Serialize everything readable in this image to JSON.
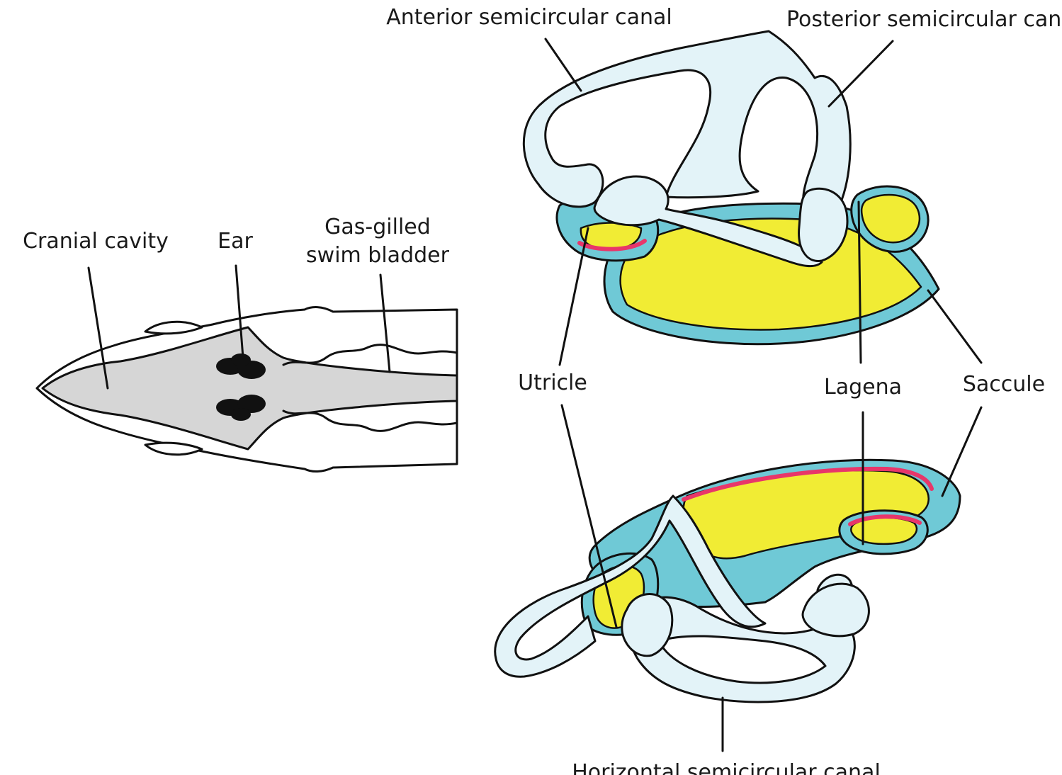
{
  "labels": {
    "cranial_cavity": "Cranial cavity",
    "ear": "Ear",
    "swim_bladder_line1": "Gas-gilled",
    "swim_bladder_line2": "swim bladder",
    "anterior_canal": "Anterior semicircular canal",
    "posterior_canal": "Posterior semicircular cana",
    "utricle": "Utricle",
    "lagena": "Lagena",
    "saccule": "Saccule",
    "horizontal_canal": "Horizontal semicircular canal"
  },
  "colors": {
    "endolymph_teal": "#6fc9d6",
    "sensory_epithelium_yellow": "#f1ec34",
    "otolith_membrane_red": "#e8366a",
    "canal_pale_blue": "#e3f3f8",
    "cranial_gray": "#d6d6d6"
  }
}
